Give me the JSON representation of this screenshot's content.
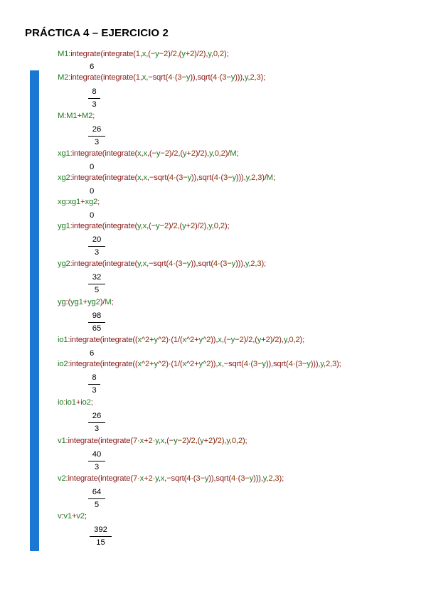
{
  "title": "PRÁCTICA 4 – EJERCICIO 2",
  "cells": [
    {
      "input": "M1:integrate(integrate(1,x,(−y−2)/2,(y+2)/2),y,0,2);",
      "output": "6"
    },
    {
      "input": "M2:integrate(integrate(1,x,−sqrt(4·(3−y)),sqrt(4·(3−y))),y,2,3);",
      "output": {
        "num": "8",
        "den": "3"
      }
    },
    {
      "input": "M:M1+M2;",
      "output": {
        "num": "26",
        "den": "3"
      }
    },
    {
      "input": "xg1:integrate(integrate(x,x,(−y−2)/2,(y+2)/2),y,0,2)/M;",
      "output": "0"
    },
    {
      "input": "xg2:integrate(integrate(x,x,−sqrt(4·(3−y)),sqrt(4·(3−y))),y,2,3)/M;",
      "output": "0"
    },
    {
      "input": "xg:xg1+xg2;",
      "output": "0"
    },
    {
      "input": "yg1:integrate(integrate(y,x,(−y−2)/2,(y+2)/2),y,0,2);",
      "output": {
        "num": "20",
        "den": "3"
      }
    },
    {
      "input": "yg2:integrate(integrate(y,x,−sqrt(4·(3−y)),sqrt(4·(3−y))),y,2,3);",
      "output": {
        "num": "32",
        "den": "5"
      }
    },
    {
      "input": "yg:(yg1+yg2)/M;",
      "output": {
        "num": "98",
        "den": "65"
      }
    },
    {
      "input": "io1:integrate(integrate((x^2+y^2)·(1/(x^2+y^2)),x,(−y−2)/2,(y+2)/2),y,0,2);",
      "output": "6"
    },
    {
      "input": "io2:integrate(integrate((x^2+y^2)·(1/(x^2+y^2)),x,−sqrt(4·(3−y)),sqrt(4·(3−y))),y,2,3);",
      "output": {
        "num": "8",
        "den": "3"
      }
    },
    {
      "input": "io:io1+io2;",
      "output": {
        "num": "26",
        "den": "3"
      }
    },
    {
      "input": "v1:integrate(integrate(7·x+2·y,x,(−y−2)/2,(y+2)/2),y,0,2);",
      "output": {
        "num": "40",
        "den": "3"
      }
    },
    {
      "input": "v2:integrate(integrate(7·x+2·y,x,−sqrt(4·(3−y)),sqrt(4·(3−y))),y,2,3);",
      "output": {
        "num": "64",
        "den": "5"
      }
    },
    {
      "input": "v:v1+v2;",
      "output": {
        "num": "392",
        "den": "15"
      }
    }
  ],
  "colors": {
    "keyword": "#1f7a1f",
    "operator": "#c00000",
    "number": "#8b3a00",
    "bar": "#1a78d2"
  }
}
